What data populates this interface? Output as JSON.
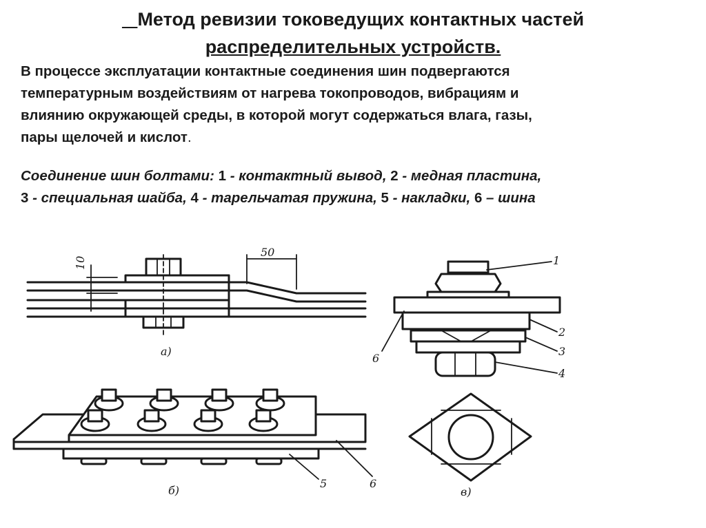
{
  "title": {
    "line1_lead": "   ",
    "line1": "Метод ревизии токоведущих контактных частей",
    "line2": "распределительных устройств."
  },
  "paragraph": {
    "line1": "В процессе эксплуатации контактные соединения шин подвергаются",
    "line2": "температурным воздействиям от нагрева токопроводов, вибрациям и",
    "line3": "влиянию окружающей среды, в которой могут содержаться влага, газы,",
    "line4": "пары щелочей и кислот",
    "line4_end": "."
  },
  "caption": {
    "prefix": "Соединение шин болтами: ",
    "n1": "1",
    "t1": " - контактный вывод, ",
    "n2": "2",
    "t2": " - медная пластина,",
    "n3": "3",
    "t3": " - специальная шайба, ",
    "n4": "4",
    "t4": " - тарельчатая пружина, ",
    "n5": "5",
    "t5": " - накладки, ",
    "n6": "6",
    "t6": " – шина"
  },
  "figure": {
    "dim_10": "10",
    "dim_50": "50",
    "label_a": "а)",
    "label_b": "б)",
    "label_v": "в)",
    "callout_1": "1",
    "callout_2": "2",
    "callout_3": "3",
    "callout_4": "4",
    "callout_5": "5",
    "callout_6_right": "6",
    "callout_6_bottom": "6"
  }
}
